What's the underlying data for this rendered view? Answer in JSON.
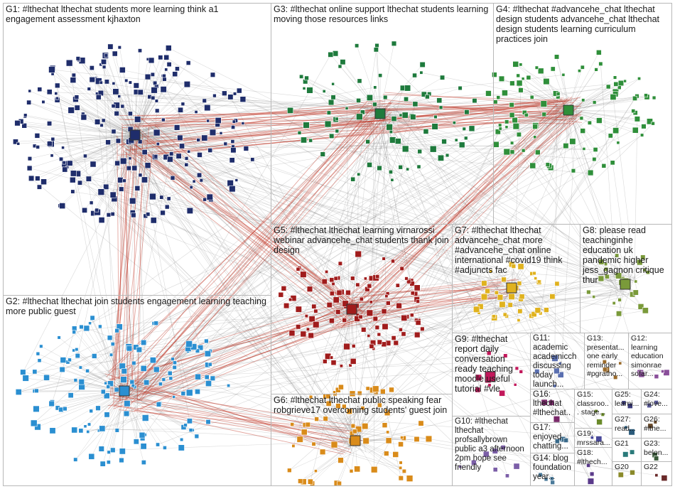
{
  "graph": {
    "groups": [
      {
        "id": "G1",
        "label": "G1: #lthechat lthechat students more learning think a1 engagement assessment kjhaxton",
        "color": "#1f2d6b"
      },
      {
        "id": "G2",
        "label": "G2: #lthechat lthechat join students engagement learning teaching more public guest",
        "color": "#2b8fd1"
      },
      {
        "id": "G3",
        "label": "G3: #lthechat online support lthechat students learning moving those resources links",
        "color": "#1e7a3c"
      },
      {
        "id": "G4",
        "label": "G4: #lthechat #advancehe_chat lthechat design students advancehe_chat lthechat design students learning curriculum practices join",
        "color": "#2f8f3a"
      },
      {
        "id": "G5",
        "label": "G5: #lthechat lthechat learning virnarossi webinar advancehe_chat students thank join design",
        "color": "#a01c1c"
      },
      {
        "id": "G6",
        "label": "G6: #lthechat lthechat public speaking fear robgrieve17 overcoming students' guest join",
        "color": "#d98b1a"
      },
      {
        "id": "G7",
        "label": "G7: #lthechat lthechat advancehe_chat more #advancehe_chat online international #covid19 think #adjuncts fac",
        "color": "#e0b21e"
      },
      {
        "id": "G8",
        "label": "G8: please read teachinginhe education uk pandemic higher jess_gagnon critique thur",
        "color": "#7a9a3a"
      },
      {
        "id": "G9",
        "label": "G9: #lthechat report daily conversation ready teaching moodle useful tutorial #vle",
        "color": "#c2185b"
      },
      {
        "id": "G10",
        "label": "G10: #lthechat lthechat profsallybrown public a3 afternoon 2pm hope see friendly",
        "color": "#7b5ea7"
      },
      {
        "id": "G11",
        "label": "G11: academic academicch discussing today launch...",
        "color": "#5a6fb0"
      },
      {
        "id": "G12",
        "label": "G12: learning education simonrae sofar...",
        "color": "#8a4f9a"
      },
      {
        "id": "G13",
        "label": "G13: presentat... one early reminder #pgratho...",
        "color": "#9a6a2a"
      },
      {
        "id": "G14",
        "label": "G14: blog foundation year...",
        "color": "#4a7a9a"
      },
      {
        "id": "G15",
        "label": "G15: classroo... stage...",
        "color": "#6a8a2a"
      },
      {
        "id": "G16",
        "label": "G16: lthechat #lthechat...",
        "color": "#7a2a6a"
      },
      {
        "id": "G17",
        "label": "G17: enjoyed chatting...",
        "color": "#3a6a8a"
      },
      {
        "id": "G18",
        "label": "G18: #lthech...",
        "color": "#5a3a8a"
      },
      {
        "id": "G19",
        "label": "G19: mrssara...",
        "color": "#4a4a9a"
      },
      {
        "id": "G20",
        "label": "G20",
        "color": "#8a8a2a"
      },
      {
        "id": "G21",
        "label": "G21",
        "color": "#2a7a7a"
      },
      {
        "id": "G22",
        "label": "G22",
        "color": "#6a2a2a"
      },
      {
        "id": "G23",
        "label": "G23: belon...",
        "color": "#3a5a3a"
      },
      {
        "id": "G24",
        "label": "G24: #love...",
        "color": "#5a5a9a"
      },
      {
        "id": "G25",
        "label": "G25: learni...",
        "color": "#3a3a7a"
      },
      {
        "id": "G26",
        "label": "G26: #lthe...",
        "color": "#6a4a2a"
      },
      {
        "id": "G27",
        "label": "G27: read...",
        "color": "#2a5a7a"
      }
    ]
  }
}
